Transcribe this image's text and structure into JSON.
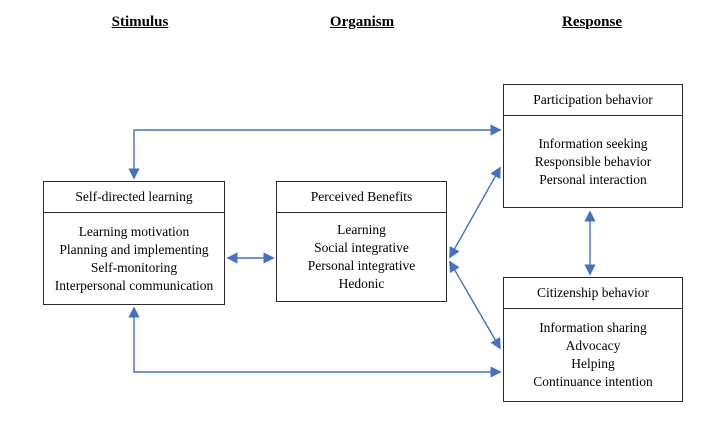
{
  "column_headers": {
    "stimulus": "Stimulus",
    "organism": "Organism",
    "response": "Response"
  },
  "boxes": {
    "self_directed_learning": {
      "title": "Self-directed learning",
      "items": [
        "Learning motivation",
        "Planning and implementing",
        "Self-monitoring",
        "Interpersonal communication"
      ]
    },
    "perceived_benefits": {
      "title": "Perceived Benefits",
      "items": [
        "Learning",
        "Social integrative",
        "Personal integrative",
        "Hedonic"
      ]
    },
    "participation_behavior": {
      "title": "Participation behavior",
      "items": [
        "Information seeking",
        "Responsible behavior",
        "Personal interaction"
      ]
    },
    "citizenship_behavior": {
      "title": "Citizenship behavior",
      "items": [
        "Information sharing",
        "Advocacy",
        "Helping",
        "Continuance intention"
      ]
    }
  },
  "connectors": [
    {
      "from": "self_directed_learning",
      "to": "perceived_benefits",
      "bidirectional": true,
      "shape": "straight-horizontal"
    },
    {
      "from": "perceived_benefits",
      "to": "participation_behavior",
      "bidirectional": true,
      "shape": "diagonal"
    },
    {
      "from": "perceived_benefits",
      "to": "citizenship_behavior",
      "bidirectional": true,
      "shape": "diagonal"
    },
    {
      "from": "participation_behavior",
      "to": "citizenship_behavior",
      "bidirectional": true,
      "shape": "straight-vertical"
    },
    {
      "from": "self_directed_learning",
      "to": "participation_behavior",
      "bidirectional": true,
      "shape": "elbow-top"
    },
    {
      "from": "self_directed_learning",
      "to": "citizenship_behavior",
      "bidirectional": true,
      "shape": "elbow-bottom"
    }
  ],
  "colors": {
    "arrow": "#4472C4",
    "box_border": "#2b2b2b",
    "text": "#000000",
    "background": "#ffffff"
  }
}
